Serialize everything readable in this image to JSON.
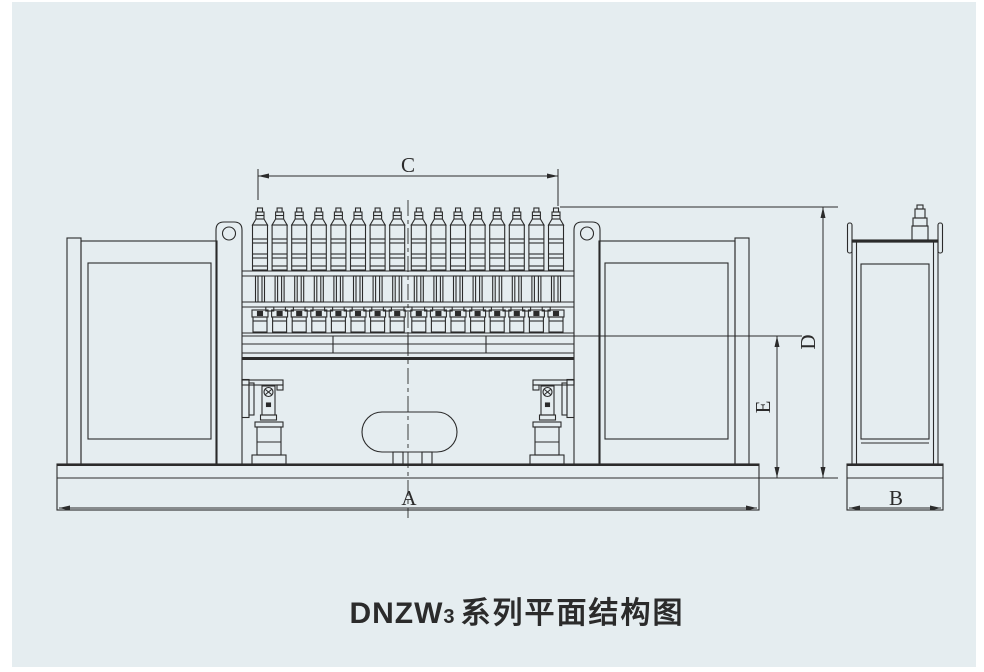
{
  "title": {
    "prefix": "DNZW",
    "subscript": "3",
    "suffix": "系列平面结构图"
  },
  "dimensions": {
    "a": "A",
    "b": "B",
    "c": "C",
    "d": "D",
    "e": "E"
  },
  "colors": {
    "background": "#e5edf0",
    "line": "#2b2b2b",
    "text": "#2b2b2b"
  }
}
